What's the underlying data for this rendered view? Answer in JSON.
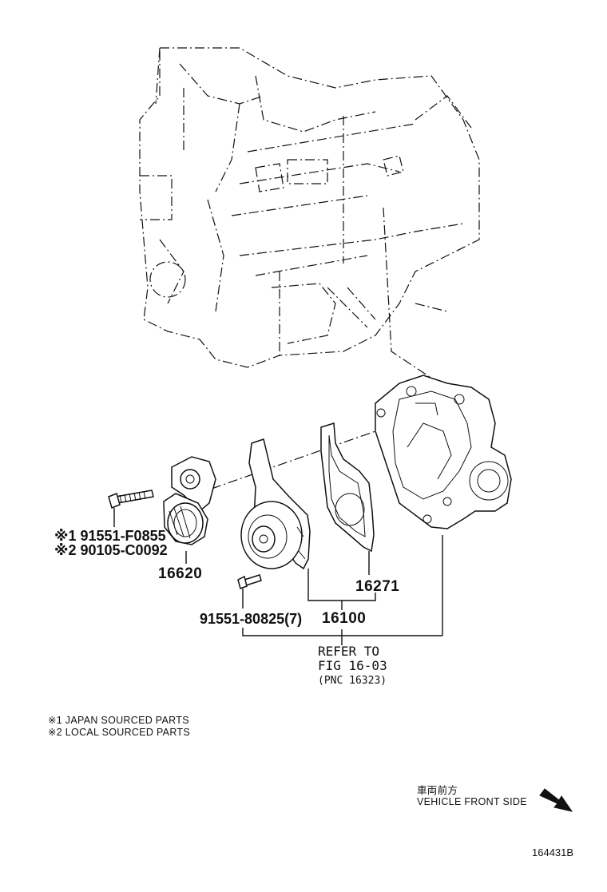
{
  "labels": {
    "tensioner_bolt_1": "※1 91551-F0855",
    "tensioner_bolt_2": "※2 90105-C0092",
    "tensioner_part": "16620",
    "gasket_part": "16271",
    "pump_bolt": "91551-80825(7)",
    "water_pump_assembly": "16100",
    "refer_line1": "REFER TO",
    "refer_line2": "FIG 16-03",
    "refer_line3": "(PNC 16323)"
  },
  "notes": [
    "※1 JAPAN SOURCED PARTS",
    "※2 LOCAL SOURCED PARTS"
  ],
  "front_indicator": {
    "japanese": "車両前方",
    "english": "VEHICLE FRONT SIDE",
    "arrow_icon": "arrow-down-right-icon"
  },
  "diagram_code": "164431B"
}
